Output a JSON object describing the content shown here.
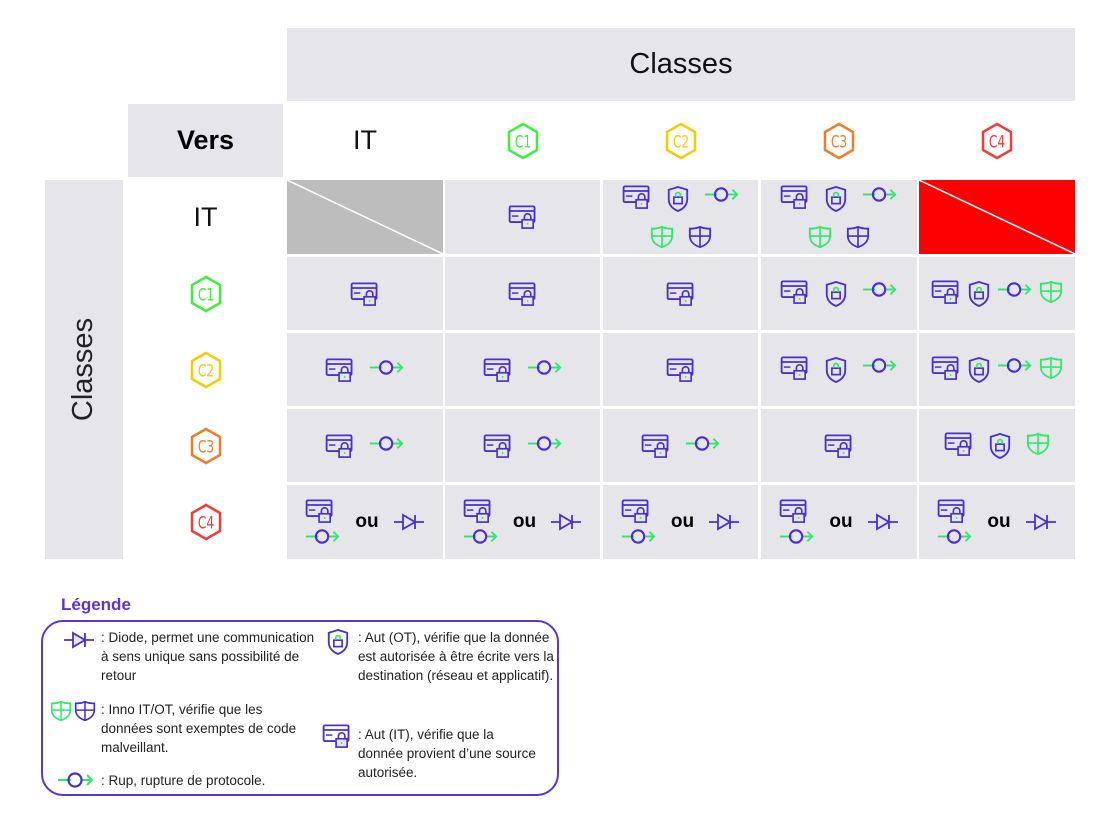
{
  "header": {
    "title": "Classes",
    "vers": "Vers",
    "side_title": "Classes"
  },
  "columns": [
    {
      "label": "IT"
    },
    {
      "label": "C1",
      "color": "#3ef03e"
    },
    {
      "label": "C2",
      "color": "#f5cc00"
    },
    {
      "label": "C3",
      "color": "#ee7d2a"
    },
    {
      "label": "C4",
      "color": "#f23b3b"
    }
  ],
  "rows": [
    {
      "label": "IT",
      "cells": [
        [
          "diag-gray"
        ],
        [
          "aut-it"
        ],
        [
          "aut-it",
          "aut-ot",
          "rup",
          "br",
          "inno-green",
          "inno-blue"
        ],
        [
          "aut-it",
          "aut-ot",
          "rup",
          "br",
          "inno-green",
          "inno-blue"
        ],
        [
          "diag-red"
        ]
      ]
    },
    {
      "label": "C1",
      "color": "#3ef03e",
      "cells": [
        [
          "aut-it"
        ],
        [
          "aut-it"
        ],
        [
          "aut-it"
        ],
        [
          "aut-it",
          "aut-ot",
          "rup"
        ],
        [
          "aut-it",
          "aut-ot",
          "rup",
          "inno-green"
        ]
      ]
    },
    {
      "label": "C2",
      "color": "#f5cc00",
      "cells": [
        [
          "aut-it",
          "rup"
        ],
        [
          "aut-it",
          "rup"
        ],
        [
          "aut-it"
        ],
        [
          "aut-it",
          "aut-ot",
          "rup"
        ],
        [
          "aut-it",
          "aut-ot",
          "rup",
          "inno-green"
        ]
      ]
    },
    {
      "label": "C3",
      "color": "#ee7d2a",
      "cells": [
        [
          "aut-it",
          "rup"
        ],
        [
          "aut-it",
          "rup"
        ],
        [
          "aut-it",
          "rup"
        ],
        [
          "aut-it"
        ],
        [
          "aut-it",
          "aut-ot",
          "inno-green"
        ]
      ]
    },
    {
      "label": "C4",
      "color": "#f23b3b",
      "cells": [
        [
          "c4"
        ],
        [
          "c4"
        ],
        [
          "c4"
        ],
        [
          "c4"
        ],
        [
          "c4"
        ]
      ]
    }
  ],
  "or_label": "ou",
  "colors": {
    "purple": "#4a2fd0",
    "green": "#2ee86a",
    "cell": "#e6e5ea",
    "gray_diag": "#bdbdbd",
    "red_diag": "#ff0000"
  },
  "legend": {
    "title": "Légende",
    "diode": ": Diode, permet une communication à sens unique sans possibilité de retour",
    "inno": ": Inno IT/OT, vérifie que les données sont exemptes de code malveillant.",
    "rup": ": Rup, rupture de protocole.",
    "aut_ot": ": Aut (OT), vérifie que la donnée est autorisée à être écrite vers la destination (réseau et applicatif).",
    "aut_it": ": Aut (IT), vérifie que la donnée provient d’une source autorisée."
  }
}
